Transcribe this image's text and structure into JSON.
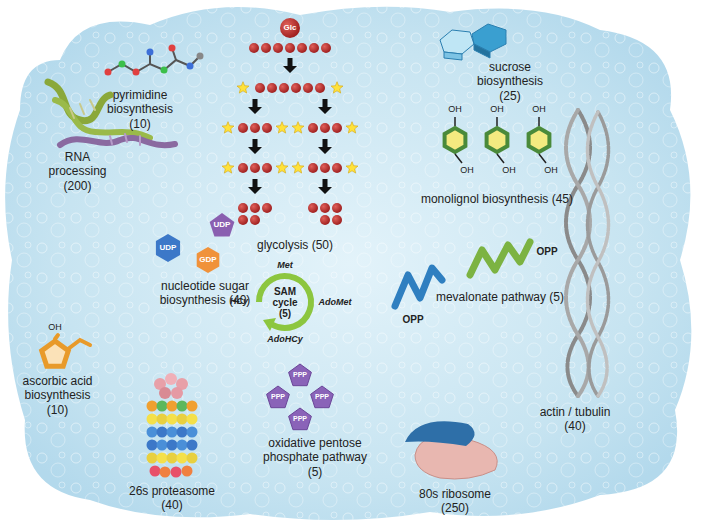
{
  "diagram": {
    "labels": [
      "Glc",
      "sucrose biosynthesis (25)",
      "pyrimidine biosynthesis (10)",
      "RNA processing (200)",
      "glycolysis (50)",
      "OH",
      "OH",
      "OH",
      "OH",
      "OH",
      "OH",
      "monolignol biosynthesis (45)",
      "UDP",
      "UDP",
      "GDP",
      "nucleotide sugar biosynthesis (40)",
      "Met",
      "HCy",
      "AdoMet",
      "AdoHCy",
      "SAM cycle (5)",
      "OPP",
      "OPP",
      "mevalonate pathway (5)",
      "OH",
      "ascorbic acid biosynthesis (10)",
      "PPP",
      "PPP",
      "PPP",
      "PPP",
      "oxidative pentose phosphate pathway (5)",
      "26s proteasome (40)",
      "80s ribosome (250)",
      "actin / tubulin (40)"
    ]
  }
}
